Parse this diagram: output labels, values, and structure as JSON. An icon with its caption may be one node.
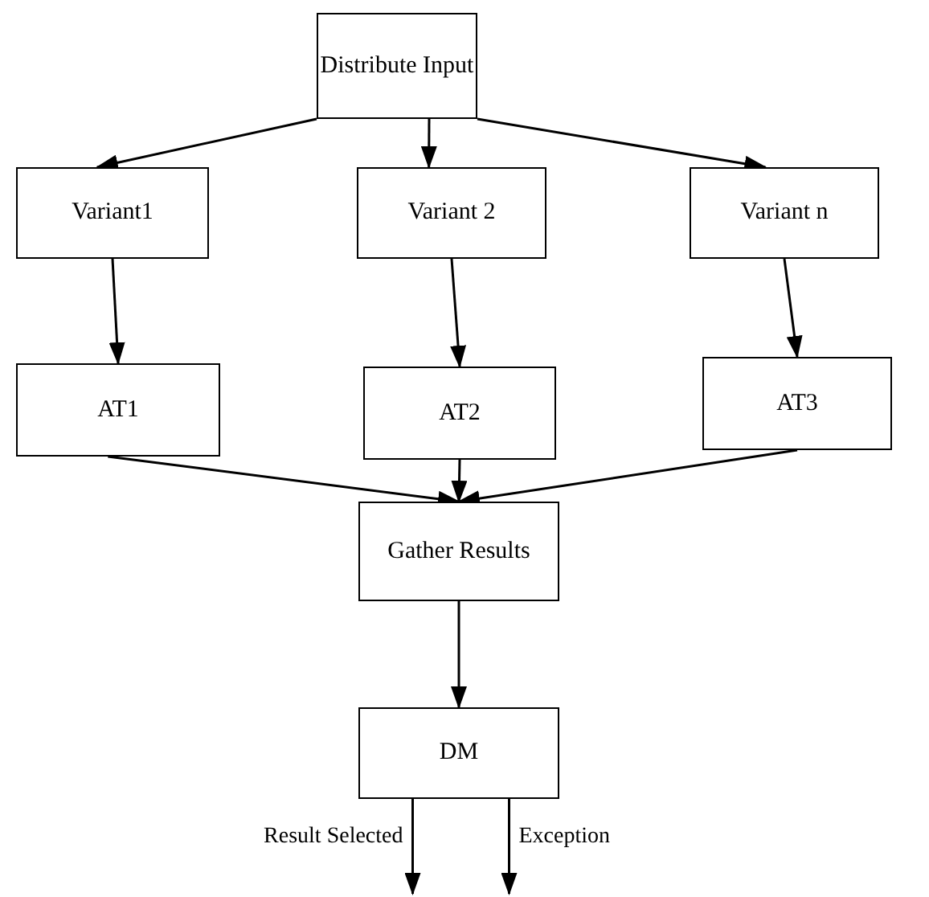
{
  "diagram": {
    "nodes": [
      {
        "text": [
          "Distribute Input"
        ]
      },
      {
        "text": [
          "Variant1"
        ]
      },
      {
        "text": [
          "Variant 2"
        ]
      },
      {
        "text": [
          "Variant n"
        ]
      },
      {
        "text": [
          "AT1"
        ]
      },
      {
        "text": [
          "AT2"
        ]
      },
      {
        "text": [
          "AT3"
        ]
      },
      {
        "text": [
          "Gather Results"
        ]
      },
      {
        "text": [
          "DM"
        ]
      }
    ],
    "edges": [
      {
        "from": 0,
        "to": 1,
        "arrow": "to"
      },
      {
        "from": 0,
        "to": 2,
        "arrow": "to"
      },
      {
        "from": 0,
        "to": 3,
        "arrow": "to"
      },
      {
        "from": 1,
        "to": 4,
        "arrow": "to"
      },
      {
        "from": 2,
        "to": 5,
        "arrow": "to"
      },
      {
        "from": 3,
        "to": 6,
        "arrow": "to"
      },
      {
        "from": 4,
        "to": 7,
        "arrow": "to"
      },
      {
        "from": 5,
        "to": 7,
        "arrow": "to"
      },
      {
        "from": 6,
        "to": 7,
        "arrow": "to"
      },
      {
        "from": 7,
        "to": 8,
        "arrow": "to"
      },
      {
        "from": 8,
        "to": null,
        "arrow": "to",
        "label": "Result Selected"
      },
      {
        "from": 8,
        "to": null,
        "arrow": "to",
        "label": "Exception"
      }
    ]
  }
}
